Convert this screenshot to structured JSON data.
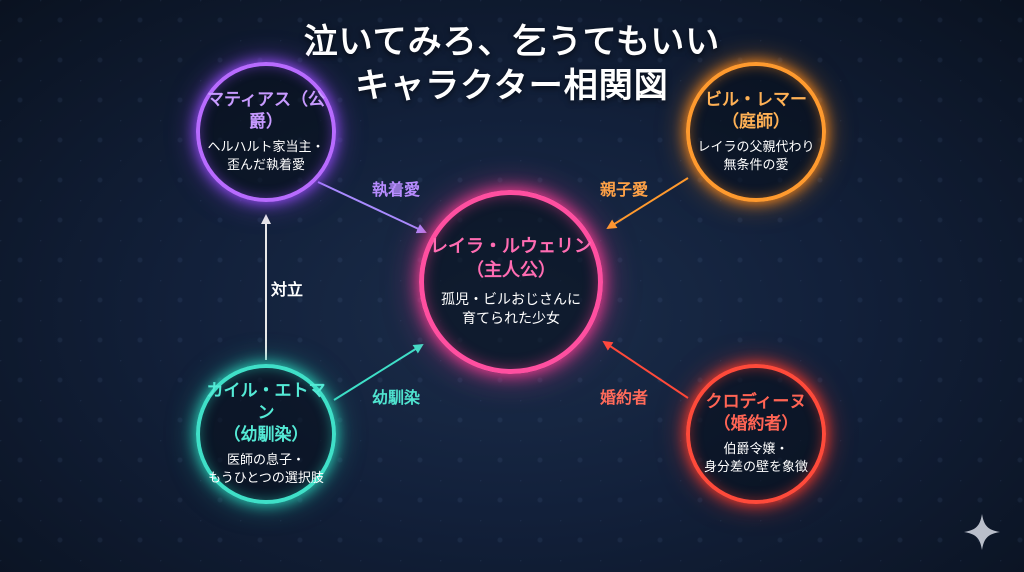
{
  "title": {
    "line1": "泣いてみろ、乞うてもいい",
    "line2": "キャラクター相関図"
  },
  "nodes": {
    "matthias": {
      "name": "マティアス（公爵）",
      "desc_line1": "ヘルハルト家当主・",
      "desc_line2": "歪んだ執着愛",
      "color": "#b86bff"
    },
    "bill": {
      "name_line1": "ビル・レマー",
      "name_line2": "（庭師）",
      "desc_line1": "レイラの父親代わり",
      "desc_line2": "無条件の愛",
      "color": "#ff9a2e"
    },
    "leila": {
      "name_line1": "レイラ・ルウェリン",
      "name_line2": "（主人公）",
      "desc_line1": "孤児・ビルおじさんに",
      "desc_line2": "育てられた少女",
      "color": "#ff4fa0"
    },
    "kyle": {
      "name_line1": "カイル・エトマン",
      "name_line2": "（幼馴染）",
      "desc_line1": "医師の息子・",
      "desc_line2": "もうひとつの選択肢",
      "color": "#3fe0c8"
    },
    "claudine": {
      "name_line1": "クロディーヌ",
      "name_line2": "（婚約者）",
      "desc_line1": "伯爵令嬢・",
      "desc_line2": "身分差の壁を象徴",
      "color": "#ff4a3a"
    }
  },
  "edges": {
    "obsession": {
      "label": "執着愛",
      "color": "#a98bff"
    },
    "parental": {
      "label": "親子愛",
      "color": "#ff9a2e"
    },
    "rivalry": {
      "label": "対立",
      "color": "#ffffff"
    },
    "childhood": {
      "label": "幼馴染",
      "color": "#3fe0c8"
    },
    "fiance": {
      "label": "婚約者",
      "color": "#ff4a3a"
    }
  },
  "icons": {
    "corner": "sparkle-icon"
  }
}
